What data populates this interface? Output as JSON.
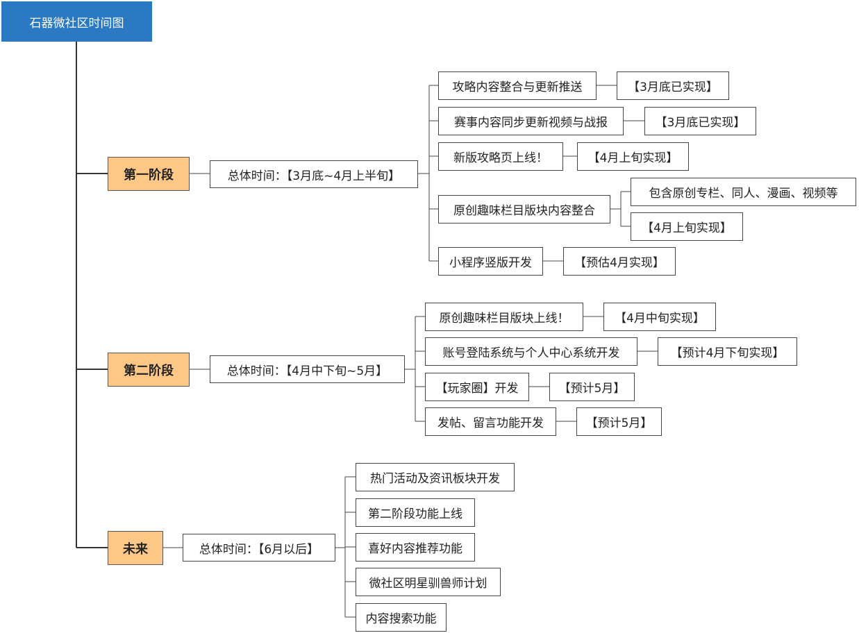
{
  "title": "石器微社区时间图",
  "colors": {
    "root_bg": "#2b79c2",
    "phase_bg": "#fdc886",
    "line": "#333333"
  },
  "phases": [
    {
      "name": "第一阶段",
      "time": "总体时间：【3月底~4月上半旬】",
      "items": [
        {
          "label": "攻略内容整合与更新推送",
          "notes": [
            "【3月底已实现】"
          ]
        },
        {
          "label": "赛事内容同步更新视频与战报",
          "notes": [
            "【3月底已实现】"
          ]
        },
        {
          "label": "新版攻略页上线！",
          "notes": [
            "【4月上旬实现】"
          ]
        },
        {
          "label": "原创趣味栏目版块内容整合",
          "notes": [
            "包含原创专栏、同人、漫画、视频等",
            "【4月上旬实现】"
          ]
        },
        {
          "label": "小程序竖版开发",
          "notes": [
            "【预估4月实现】"
          ]
        }
      ]
    },
    {
      "name": "第二阶段",
      "time": "总体时间：【4月中下旬~5月】",
      "items": [
        {
          "label": "原创趣味栏目版块上线！",
          "notes": [
            "【4月中旬实现】"
          ]
        },
        {
          "label": "账号登陆系统与个人中心系统开发",
          "notes": [
            "【预计4月下旬实现】"
          ]
        },
        {
          "label": "【玩家圈】开发",
          "notes": [
            "【预计5月】"
          ]
        },
        {
          "label": "发帖、留言功能开发",
          "notes": [
            "【预计5月】"
          ]
        }
      ]
    },
    {
      "name": "未来",
      "time": "总体时间：【6月以后】",
      "items": [
        {
          "label": "热门活动及资讯板块开发",
          "notes": []
        },
        {
          "label": "第二阶段功能上线",
          "notes": []
        },
        {
          "label": "喜好内容推荐功能",
          "notes": []
        },
        {
          "label": "微社区明星驯兽师计划",
          "notes": []
        },
        {
          "label": "内容搜索功能",
          "notes": []
        }
      ]
    }
  ]
}
